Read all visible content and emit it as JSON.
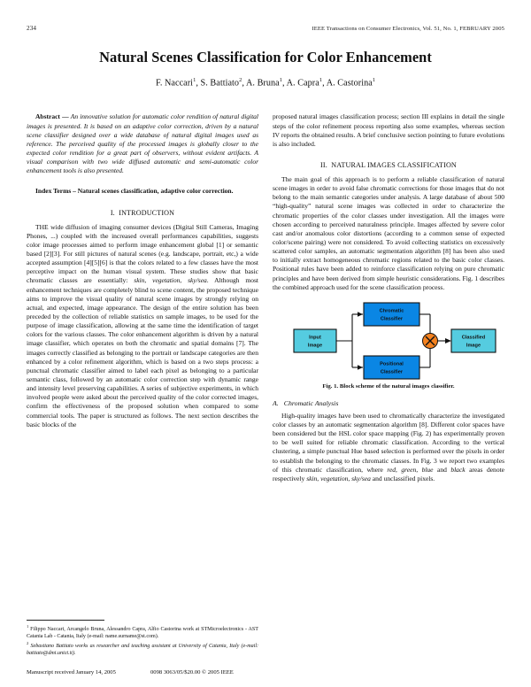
{
  "runninghead": {
    "page_number": "234",
    "journal": "IEEE Transactions on Consumer Electronics, Vol. 51, No. 1, FEBRUARY 2005"
  },
  "title": "Natural Scenes Classification for Color Enhancement",
  "authors": {
    "a1": "F. Naccari",
    "s1": "1",
    "a2": "S. Battiato",
    "s2": "2",
    "a3": "A. Bruna",
    "s3": "1",
    "a4": "A. Capra",
    "s4": "1",
    "a5": "A. Castorina",
    "s5": "1"
  },
  "abstract": {
    "lead": "Abstract",
    "dash": " — ",
    "text": "An innovative solution for automatic color rendition of natural digital images is presented. It is based on an adaptive color correction, driven by a natural scene classifier designed over a wide database of natural digital images used as reference. The perceived quality of the processed images is globally closer to the expected color rendition for a great part of observers, without evident artifacts. A visual comparison with two wide diffused automatic and semi-automatic color enhancement tools is also presented."
  },
  "index_terms": {
    "lead": "Index Terms",
    "dash": " – ",
    "text": "Natural scenes classification, adaptive color correction."
  },
  "sections": {
    "intro": {
      "number": "I.",
      "title": "INTRODUCTION",
      "p1_dropcap": "THE",
      "p1": " wide diffusion of imaging consumer devices (Digital Still Cameras, Imaging Phones, ...) coupled with the increased overall performances capabilities, suggests color image processes aimed to perform image enhancement global [1] or semantic based [2][3]. For still pictures of natural scenes (e.g. landscape, portrait, etc,) a wide accepted assumption [4][5][6] is that the colors related to a few classes have the most perceptive impact on the human visual system. These studies show that basic chromatic classes are essentially: ",
      "p1_italic": "skin, vegetation, sky/sea",
      "p1_tail": ". Although most enhancement techniques are completely blind to scene content, the proposed technique aims to improve the visual quality of natural scene images by strongly relying on actual, and expected, image appearance. The design of the entire solution has been preceded by the collection of reliable statistics on sample images, to be used for the purpose of image classification, allowing at the same time the identification of target colors for the various classes. The color enhancement algorithm is driven by a natural image classifier, which operates on both the chromatic and spatial domains [7]. The images correctly classified as belonging to the portrait or landscape categories are then enhanced by a color refinement algorithm, which is based on a two steps process: a punctual chromatic classifier aimed to label each pixel as belonging to a particular semantic class, followed by an automatic color correction step with dynamic range and intensity level preserving capabilities. A series of subjective experiments, in which involved people were asked about the perceived quality of the color corrected images, confirm the effectiveness of the proposed solution when compared to some commercial tools. The paper is structured as follows. The next section describes the basic blocks of the",
      "p_right_cont": "proposed natural images classification process; section III explains in detail the single steps of the color refinement process reporting also some examples, whereas section IV reports the obtained results. A brief conclusive section pointing to future evolutions is also included."
    },
    "classification": {
      "number": "II.",
      "title": "NATURAL IMAGES CLASSIFICATION",
      "p1": "The main goal of this approach is to perform a reliable classification of natural scene images in order to avoid false chromatic corrections for those images that do not belong to the main semantic categories under analysis. A large database of about 500 “high-quality” natural scene images was collected in order to characterize the chromatic properties of the color classes under investigation. All the images were chosen according to perceived naturalness principle. Images affected by severe color cast and/or anomalous color distortions (according to a common sense of expected color/scene pairing) were not considered. To avoid collecting statistics on excessively scattered color samples, an automatic segmentation algorithm [8] has been also used to initially extract homogeneous chromatic regions related to the basic color classes. Positional rules have been added to reinforce classification relying on pure chromatic principles and have been derived from simple heuristic considerations. Fig. 1 describes the combined approach used for the scene classification process."
    },
    "chromatic_analysis": {
      "label": "A.",
      "title": "Chromatic Analysis",
      "p1_a": "High-quality images have been used to chromatically characterize the investigated color classes by an automatic segmentation algorithm [8]. Different color spaces have been considered but the HSL color space mapping (Fig. 2) has experimentally proven to be well suited for reliable chromatic classification. According to the vertical clustering, a simple punctual Hue based selection is performed over the pixels in order to establish the belonging to the chromatic classes. In Fig. 3 we report two examples of this chromatic classification, where ",
      "p1_it1": "red, green, blue",
      "p1_b": " and ",
      "p1_it2": "black",
      "p1_c": " areas denote respectively ",
      "p1_it3": "skin, vegetation, sky/sea",
      "p1_d": " and unclassified pixels."
    }
  },
  "figure1": {
    "caption": "Fig. 1. Block scheme of the natural images classifier.",
    "nodes": [
      {
        "id": "input-image",
        "label_line1": "Input",
        "label_line2": "Image",
        "color": "#55CCE0"
      },
      {
        "id": "chromatic-classifier",
        "label_line1": "Chromatic",
        "label_line2": "Classifier",
        "color": "#0A86E4"
      },
      {
        "id": "positional-classifier",
        "label_line1": "Positional",
        "label_line2": "Classifier",
        "color": "#0A86E4"
      },
      {
        "id": "classified-image",
        "label_line1": "Classified",
        "label_line2": "Image",
        "color": "#55CCE0"
      }
    ],
    "combiner": {
      "id": "combiner-node",
      "symbol": "x",
      "color": "#F5821F"
    }
  },
  "footnotes": {
    "note1_marker": "1",
    "note1": " Filippo Naccari, Arcangelo Bruna, Alessandro Capra, Alfio Castorina work at STMicroelectronics - AST Catania Lab - Catania, Italy (e-mail: name.surname@st.com).",
    "note2_marker": "2",
    "note2": " Sebastiano Battiato works as researcher and teaching assistant at University of Catania, Italy (e-mail: battiato@dmi.unict.it)."
  },
  "pagefooter": {
    "manuscript": "Manuscript received January 14, 2005",
    "copyright": "0098 3063/05/$20.00 © 2005 IEEE"
  }
}
